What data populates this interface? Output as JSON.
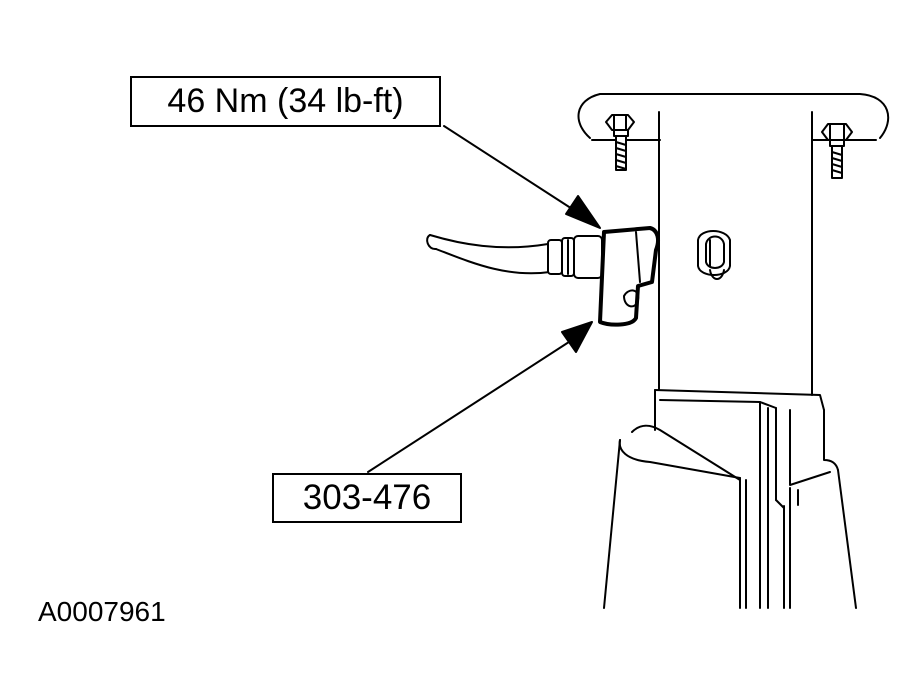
{
  "callouts": {
    "torque": "46 Nm (34 lb-ft)",
    "tool": "303-476"
  },
  "figure_id": "A0007961",
  "colors": {
    "line": "#000000",
    "background": "#ffffff"
  }
}
